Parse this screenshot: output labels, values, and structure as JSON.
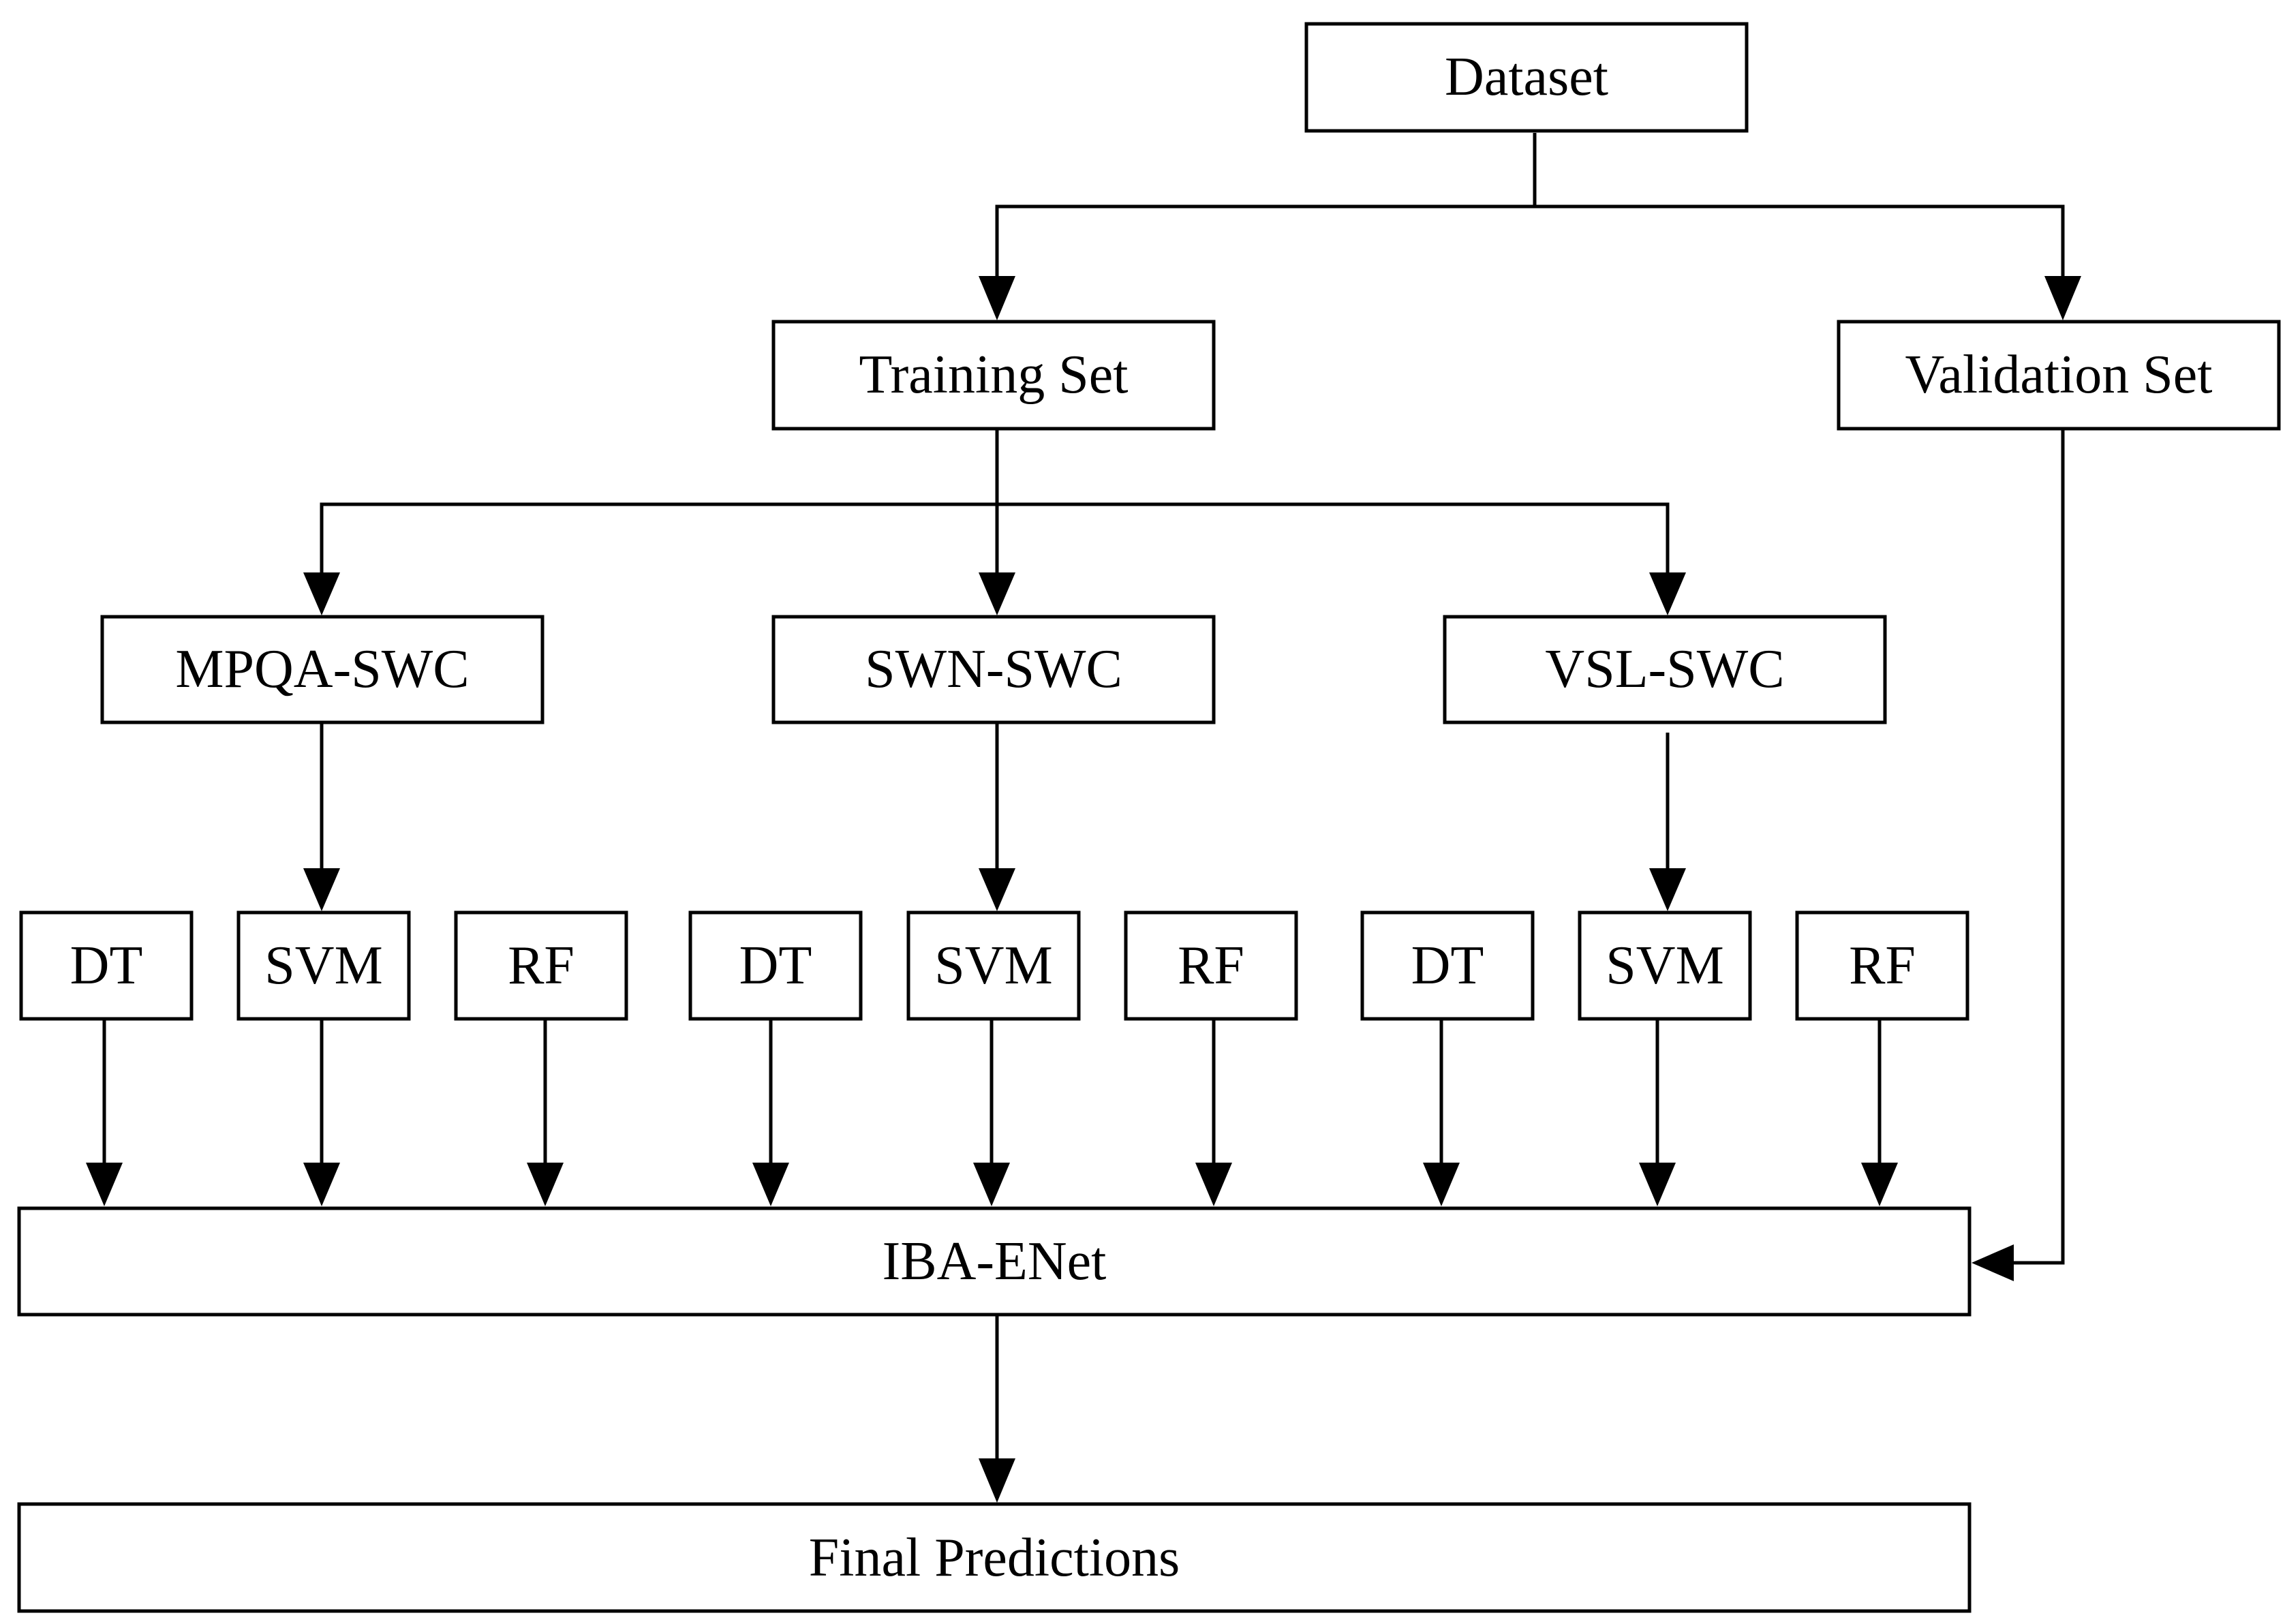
{
  "diagram": {
    "nodes": {
      "dataset": "Dataset",
      "training_set": "Training Set",
      "validation_set": "Validation Set",
      "mpqa_swc": "MPQA-SWC",
      "swn_swc": "SWN-SWC",
      "vsl_swc": "VSL-SWC",
      "dt_1": "DT",
      "svm_1": "SVM",
      "rf_1": "RF",
      "dt_2": "DT",
      "svm_2": "SVM",
      "rf_2": "RF",
      "dt_3": "DT",
      "svm_3": "SVM",
      "rf_3": "RF",
      "iba_enet": "IBA-ENet",
      "final_predictions": "Final Predictions"
    },
    "edges": [
      [
        "dataset",
        "training_set"
      ],
      [
        "dataset",
        "validation_set"
      ],
      [
        "training_set",
        "mpqa_swc"
      ],
      [
        "training_set",
        "swn_swc"
      ],
      [
        "training_set",
        "vsl_swc"
      ],
      [
        "mpqa_swc",
        "svm_1"
      ],
      [
        "swn_swc",
        "svm_2"
      ],
      [
        "vsl_swc",
        "svm_3"
      ],
      [
        "dt_1",
        "iba_enet"
      ],
      [
        "svm_1",
        "iba_enet"
      ],
      [
        "rf_1",
        "iba_enet"
      ],
      [
        "dt_2",
        "iba_enet"
      ],
      [
        "svm_2",
        "iba_enet"
      ],
      [
        "rf_2",
        "iba_enet"
      ],
      [
        "dt_3",
        "iba_enet"
      ],
      [
        "svm_3",
        "iba_enet"
      ],
      [
        "rf_3",
        "iba_enet"
      ],
      [
        "validation_set",
        "iba_enet"
      ],
      [
        "iba_enet",
        "final_predictions"
      ]
    ]
  }
}
